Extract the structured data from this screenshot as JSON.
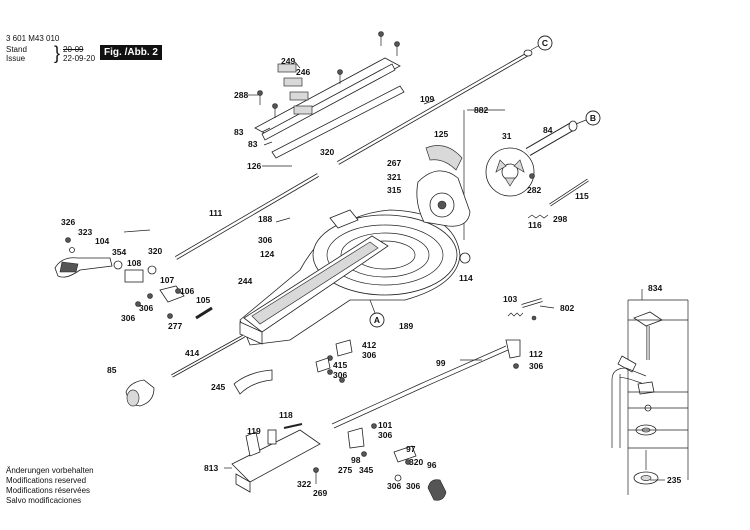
{
  "header": {
    "doc_number": "3 601 M43 010",
    "stand_label": "Stand",
    "stand_date": "20-09",
    "issue_label": "Issue",
    "issue_date": "22-09-20",
    "figure_badge": "Fig. /Abb. 2"
  },
  "footer_notes": [
    "Änderungen vorbehalten",
    "Modifications reserved",
    "Modifications réservées",
    "Salvo modificaciones"
  ],
  "callouts": [
    "A",
    "B",
    "C"
  ],
  "part_labels": [
    {
      "id": "249",
      "text": "249"
    },
    {
      "id": "246",
      "text": "246"
    },
    {
      "id": "288",
      "text": "288"
    },
    {
      "id": "83a",
      "text": "83"
    },
    {
      "id": "83b",
      "text": "83"
    },
    {
      "id": "126",
      "text": "126"
    },
    {
      "id": "109",
      "text": "109"
    },
    {
      "id": "882",
      "text": "882"
    },
    {
      "id": "125",
      "text": "125"
    },
    {
      "id": "320a",
      "text": "320"
    },
    {
      "id": "267",
      "text": "267"
    },
    {
      "id": "321",
      "text": "321"
    },
    {
      "id": "315",
      "text": "315"
    },
    {
      "id": "31",
      "text": "31"
    },
    {
      "id": "84",
      "text": "84"
    },
    {
      "id": "282",
      "text": "282"
    },
    {
      "id": "115",
      "text": "115"
    },
    {
      "id": "298",
      "text": "298"
    },
    {
      "id": "116",
      "text": "116"
    },
    {
      "id": "111",
      "text": "111"
    },
    {
      "id": "188",
      "text": "188"
    },
    {
      "id": "326",
      "text": "326"
    },
    {
      "id": "323",
      "text": "323"
    },
    {
      "id": "104",
      "text": "104"
    },
    {
      "id": "354",
      "text": "354"
    },
    {
      "id": "320b",
      "text": "320"
    },
    {
      "id": "306a",
      "text": "306"
    },
    {
      "id": "124",
      "text": "124"
    },
    {
      "id": "108",
      "text": "108"
    },
    {
      "id": "107",
      "text": "107"
    },
    {
      "id": "244",
      "text": "244"
    },
    {
      "id": "114",
      "text": "114"
    },
    {
      "id": "106",
      "text": "106"
    },
    {
      "id": "105",
      "text": "105"
    },
    {
      "id": "306b",
      "text": "306"
    },
    {
      "id": "306c",
      "text": "306"
    },
    {
      "id": "277",
      "text": "277"
    },
    {
      "id": "103",
      "text": "103"
    },
    {
      "id": "802",
      "text": "802"
    },
    {
      "id": "189",
      "text": "189"
    },
    {
      "id": "834",
      "text": "834"
    },
    {
      "id": "412",
      "text": "412"
    },
    {
      "id": "306d",
      "text": "306"
    },
    {
      "id": "414",
      "text": "414"
    },
    {
      "id": "415",
      "text": "415"
    },
    {
      "id": "306e",
      "text": "306"
    },
    {
      "id": "99",
      "text": "99"
    },
    {
      "id": "112",
      "text": "112"
    },
    {
      "id": "306f",
      "text": "306"
    },
    {
      "id": "85",
      "text": "85"
    },
    {
      "id": "245",
      "text": "245"
    },
    {
      "id": "118",
      "text": "118"
    },
    {
      "id": "119",
      "text": "119"
    },
    {
      "id": "101",
      "text": "101"
    },
    {
      "id": "306g",
      "text": "306"
    },
    {
      "id": "97",
      "text": "97"
    },
    {
      "id": "98",
      "text": "98"
    },
    {
      "id": "275",
      "text": "275"
    },
    {
      "id": "345",
      "text": "345"
    },
    {
      "id": "306h",
      "text": "306"
    },
    {
      "id": "320c",
      "text": "320"
    },
    {
      "id": "96",
      "text": "96"
    },
    {
      "id": "813",
      "text": "813"
    },
    {
      "id": "322",
      "text": "322"
    },
    {
      "id": "269",
      "text": "269"
    },
    {
      "id": "306i",
      "text": "306"
    },
    {
      "id": "235",
      "text": "235"
    }
  ]
}
